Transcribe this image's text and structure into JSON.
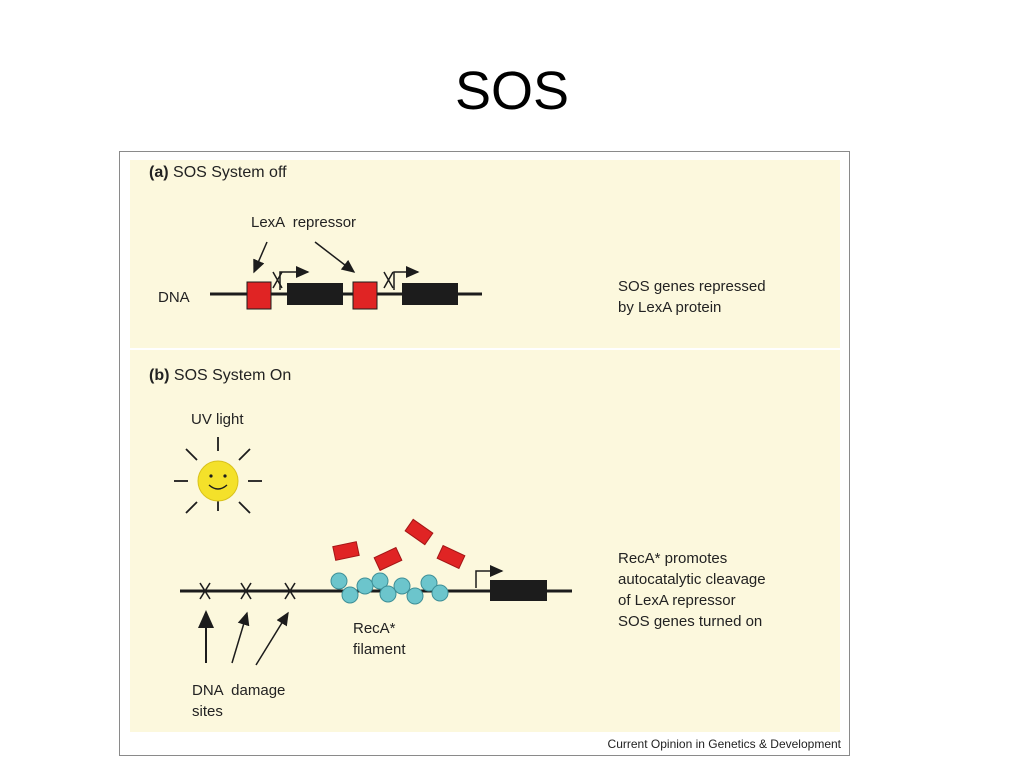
{
  "slide": {
    "title": "SOS"
  },
  "panel_a": {
    "letter": "(a)",
    "heading": "SOS System off",
    "repressor_label": "LexA  repressor",
    "dna_label": "DNA",
    "description_line1": "SOS genes repressed",
    "description_line2": "by LexA protein"
  },
  "panel_b": {
    "letter": "(b)",
    "heading": "SOS System On",
    "uv_label": "UV light",
    "filament_line1": "RecA*",
    "filament_line2": "filament",
    "damage_line1": "DNA  damage",
    "damage_line2": "sites",
    "description_line1": "RecA* promotes",
    "description_line2": "autocatalytic cleavage",
    "description_line3": "of LexA repressor",
    "description_line4": "SOS genes turned on"
  },
  "credit": "Current Opinion in Genetics & Development",
  "colors": {
    "panel_background": "#fcf8dd",
    "lexa_repressor": "#e02424",
    "gene_block": "#1c1c1c",
    "reca_protein": "#6cc5cc",
    "sun": "#f4e12a"
  }
}
